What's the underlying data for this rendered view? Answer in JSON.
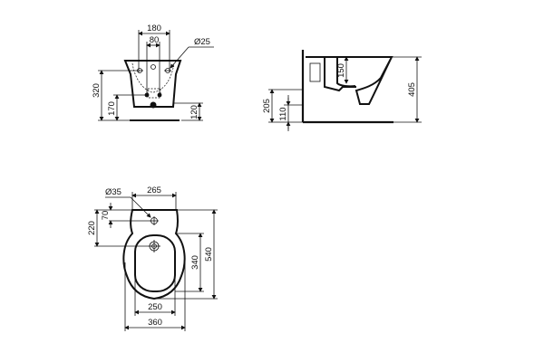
{
  "drawing": {
    "type": "technical dimension drawing",
    "subject": "wall-hung bidet",
    "units": "mm"
  },
  "front_view": {
    "dimensions": {
      "tap_holes_outer": "180",
      "tap_holes_inner": "80",
      "hole_diameter": "Ø25",
      "height_total": "320",
      "height_inlet": "170",
      "height_outlet": "120"
    }
  },
  "side_view": {
    "dimensions": {
      "bowl_depth": "150",
      "height_total": "405",
      "fixing_height": "205",
      "inlet_height": "110"
    }
  },
  "top_view": {
    "dimensions": {
      "tap_hole_diameter": "Ø35",
      "tap_hole_offset": "265",
      "tap_hole_from_wall": "70",
      "waste_from_wall": "220",
      "bowl_length": "340",
      "total_length": "540",
      "bowl_width": "250",
      "total_width": "360"
    }
  }
}
